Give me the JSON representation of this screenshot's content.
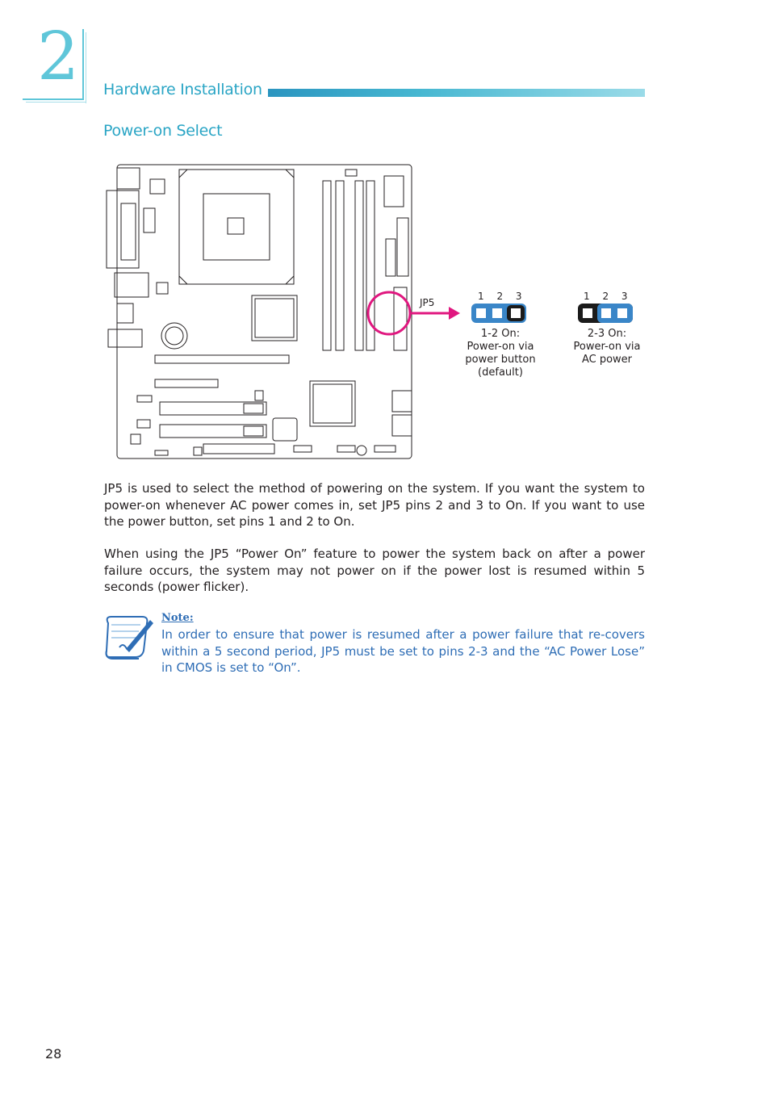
{
  "chapter": {
    "number": "2",
    "title": "Hardware Installation"
  },
  "section": {
    "title": "Power-on Select"
  },
  "diagram": {
    "jumper_label": "JP5",
    "configs": [
      {
        "pins": "1 2 3",
        "caption_lines": [
          "1-2 On:",
          "Power-on via",
          "power button",
          "(default)"
        ]
      },
      {
        "pins": "1 2 3",
        "caption_lines": [
          "2-3 On:",
          "Power-on via",
          "AC power"
        ]
      }
    ]
  },
  "body": {
    "paragraph1": "JP5 is used to select the method of powering on the system. If you want the system to power-on whenever AC power comes in, set JP5 pins 2 and 3 to On. If you want to use the power button, set pins 1 and 2 to On.",
    "paragraph2": "When using the JP5 “Power On” feature to power the system back on after a power failure occurs, the system may not power on if the power lost is resumed within 5 seconds (power flicker)."
  },
  "note": {
    "title": "Note:",
    "text": "In order to ensure that power is resumed after a power failure that re-covers within a 5 second period, JP5 must be set to pins 2-3 and the “AC Power Lose” in CMOS is set to “On”."
  },
  "colors": {
    "accent": "#2aa5c5",
    "note": "#2e6db5",
    "highlight": "#e0177f",
    "jumper_cap": "#3a86c8"
  },
  "page_number": "28"
}
